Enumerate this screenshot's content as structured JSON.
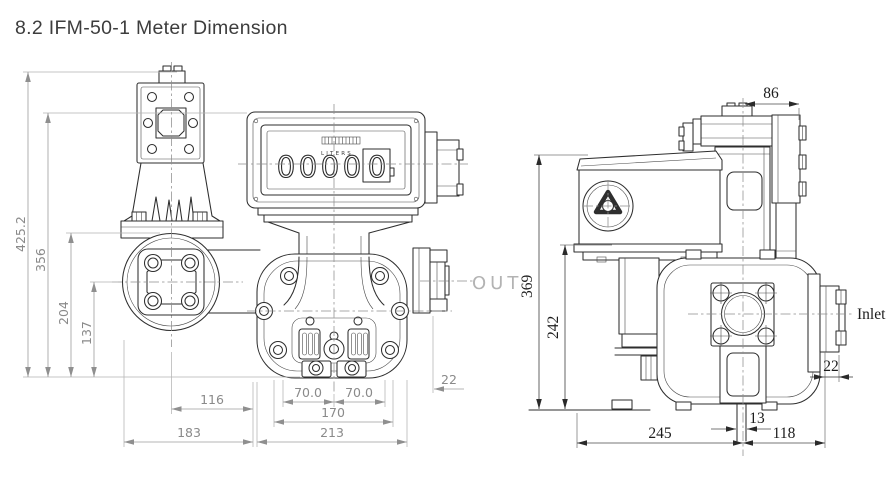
{
  "title": "8.2 IFM-50-1 Meter Dimension",
  "front_view": {
    "counter": {
      "unit": "LITERS",
      "digits": [
        "0",
        "0",
        "0",
        "0",
        "0"
      ]
    },
    "outlet_label": "OUT",
    "dims": {
      "total_height": "425.2",
      "counter_top": "356",
      "rear_flange_top": "204",
      "outlet_center": "137",
      "flange_center_to_body": "116",
      "flange_to_body": "183",
      "foot_left": "70.0",
      "foot_right": "70.0",
      "base_width": "170",
      "body_width": "213",
      "outlet_depth": "22"
    }
  },
  "side_view": {
    "inlet_label": "Inlet",
    "dims": {
      "center_to_back": "86",
      "overall_height": "369",
      "register_bottom": "242",
      "front_depth": "245",
      "drain_width": "13",
      "inlet_depth": "118",
      "inlet_flange_thickness": "22"
    }
  },
  "colors": {
    "ink": "#2e2e2e",
    "dim_left": "#8a8a8a",
    "dim_right": "#1c1c1c",
    "muted_label": "#b3b3b3"
  }
}
